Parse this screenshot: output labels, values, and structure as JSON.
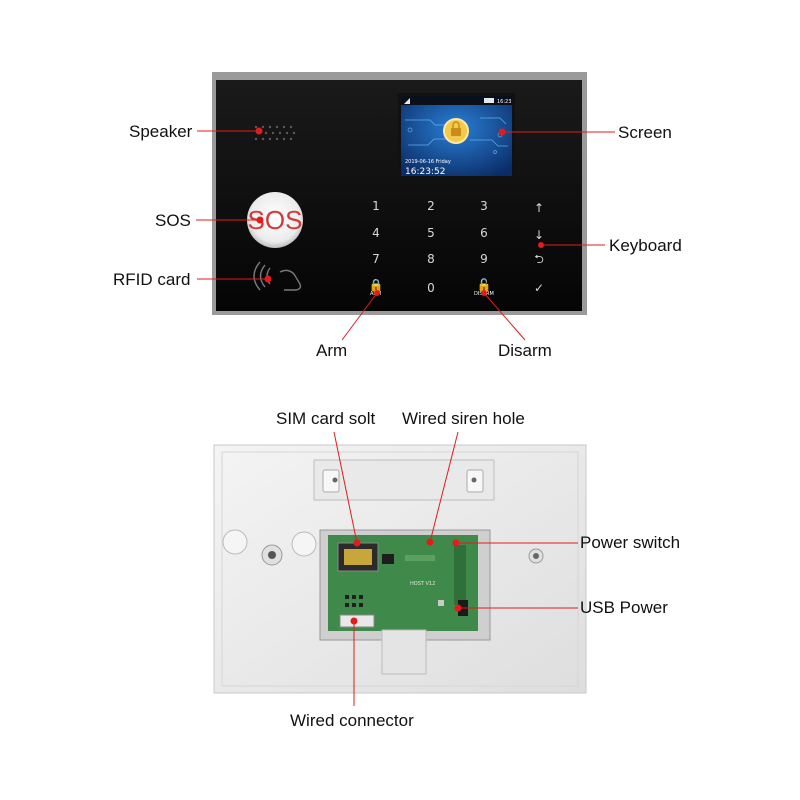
{
  "front_panel": {
    "labels": {
      "speaker": "Speaker",
      "sos": "SOS",
      "rfid": "RFID card",
      "screen": "Screen",
      "keyboard": "Keyboard",
      "arm": "Arm",
      "disarm": "Disarm"
    },
    "sos_button_text": "SOS",
    "screen": {
      "date": "2019-06-16 Friday",
      "time": "16:23:52",
      "status_time": "16:23"
    },
    "keypad": {
      "keys": [
        "1",
        "2",
        "3",
        "↑",
        "4",
        "5",
        "6",
        "↓",
        "7",
        "8",
        "9",
        "⮌",
        "🔒",
        "0",
        "🔓",
        "✓"
      ],
      "arm_key_text": "ARM",
      "disarm_key_text": "DISARM"
    }
  },
  "back_panel": {
    "labels": {
      "sim": "SIM card solt",
      "siren": "Wired siren hole",
      "power_switch": "Power switch",
      "usb": "USB Power",
      "connector": "Wired connector"
    },
    "board_text": "HOST V12"
  },
  "colors": {
    "callout": "#e31b1b",
    "panel": "#0d0d0d",
    "board": "#3f8a4a",
    "housing": "#eeeeee"
  }
}
